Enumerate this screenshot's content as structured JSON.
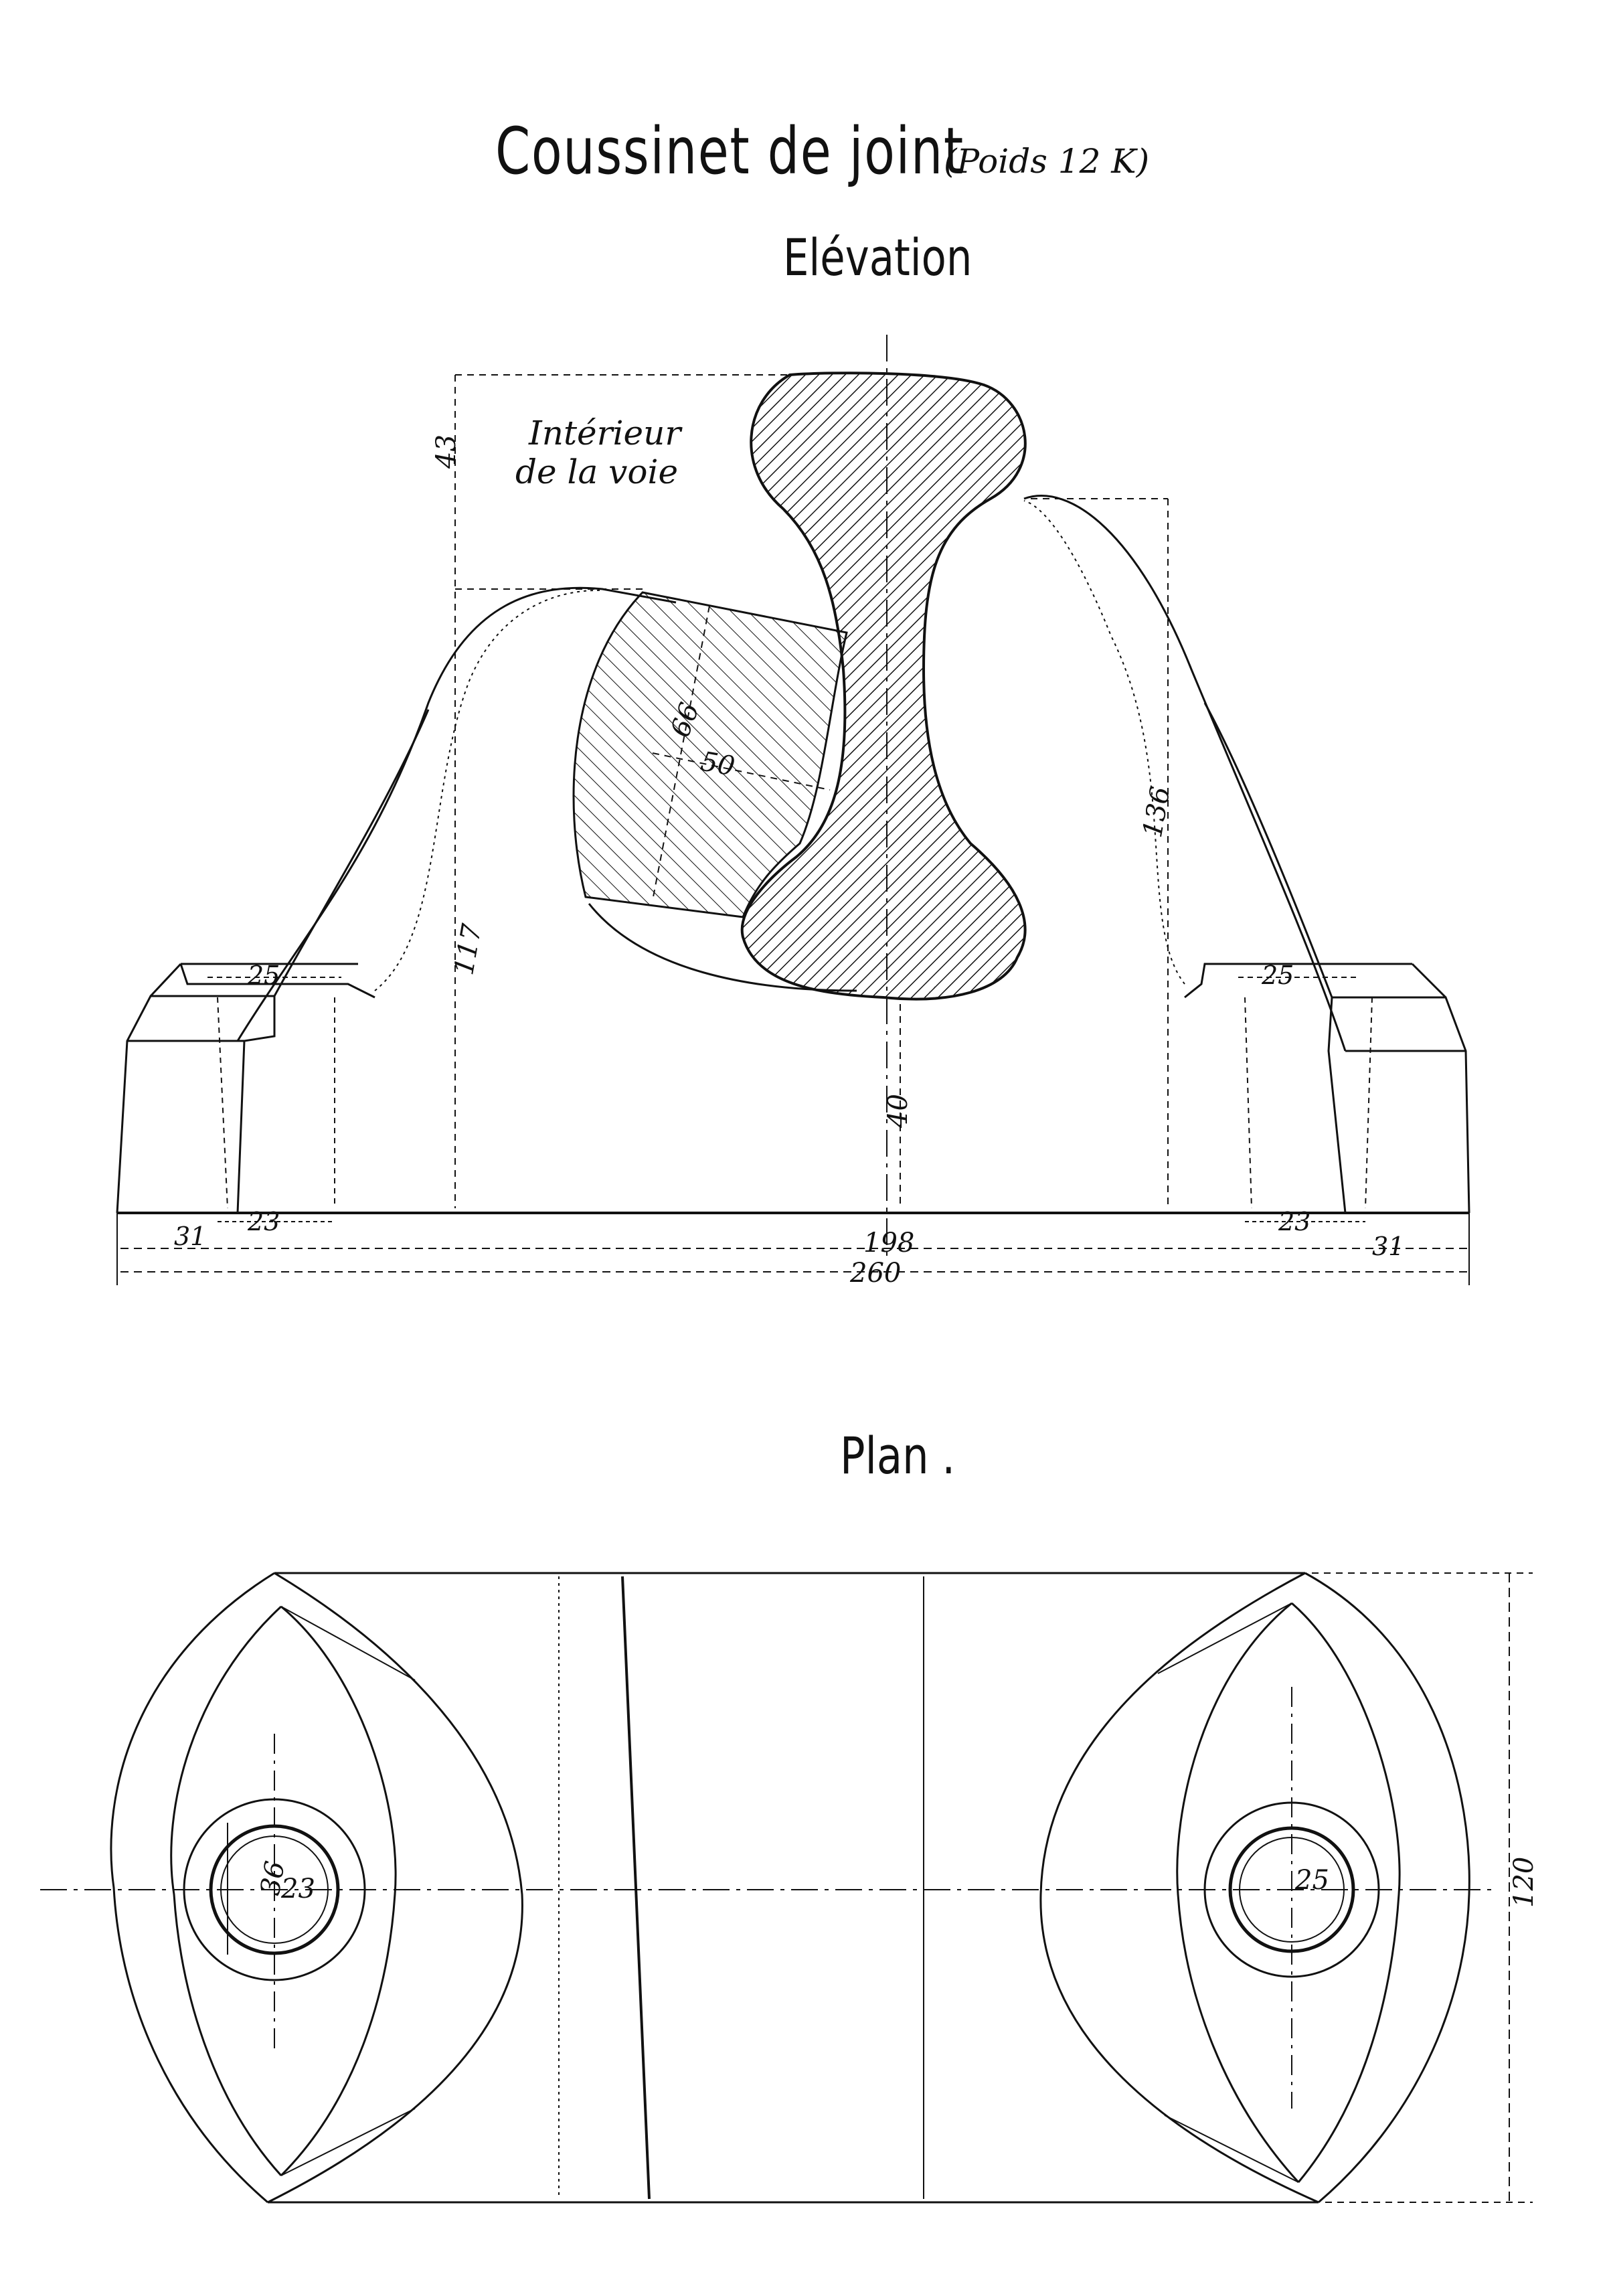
{
  "drawing": {
    "title": "Coussinet de joint",
    "weight_note": "(Poids 12 K)",
    "elevation_label": "Elévation",
    "plan_label": "Plan .",
    "interior_note_line1": "Intérieur",
    "interior_note_line2": "de la voie"
  },
  "elevation_dims": {
    "d43": "43",
    "d117": "117",
    "d66": "66",
    "d50": "50",
    "d136": "136",
    "d40": "40",
    "d25_left": "25",
    "d25_right": "25",
    "d31_left": "31",
    "d23_left": "23",
    "d198": "198",
    "d23_right": "23",
    "d31_right": "31",
    "d260": "260"
  },
  "plan_dims": {
    "d36": "36",
    "d23": "23",
    "d25": "25",
    "d120": "120"
  },
  "colors": {
    "ink": "#111111",
    "paper": "#ffffff"
  }
}
